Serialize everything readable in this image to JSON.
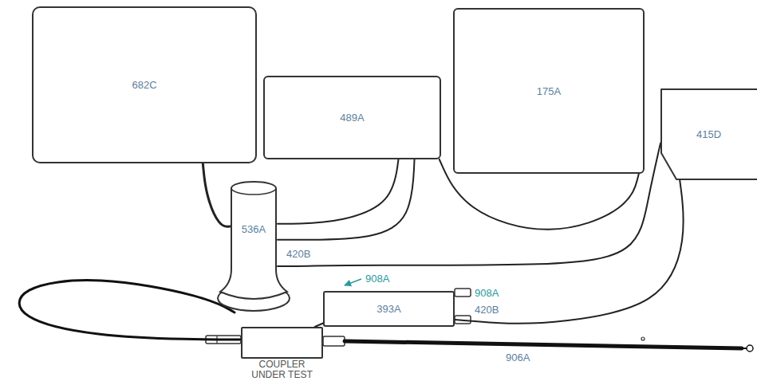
{
  "diagram": {
    "nodes": [
      {
        "text": [
          "682C"
        ]
      },
      {
        "text": [
          "489A"
        ]
      },
      {
        "text": [
          "175A"
        ]
      },
      {
        "text": [
          "415D"
        ]
      },
      {
        "text": [
          "536A"
        ]
      },
      {
        "text": [
          "393A"
        ]
      },
      {
        "text": [
          "COUPLER UNDER TEST"
        ]
      }
    ],
    "edges": [
      {
        "from": 0,
        "to": 4,
        "arrow": "none"
      },
      {
        "from": 1,
        "to": 4,
        "arrow": "none"
      },
      {
        "from": 1,
        "to": 4,
        "arrow": "none"
      },
      {
        "from": 1,
        "to": 2,
        "arrow": "none"
      },
      {
        "from": 3,
        "to": 4,
        "arrow": "none"
      },
      {
        "from": 3,
        "to": 5,
        "arrow": "none"
      },
      {
        "from": 4,
        "to": 6,
        "arrow": "none"
      },
      {
        "from": 5,
        "to": 6,
        "arrow": "none"
      }
    ],
    "labels": [
      "420B",
      "908A",
      "908A",
      "420B",
      "906A"
    ]
  }
}
